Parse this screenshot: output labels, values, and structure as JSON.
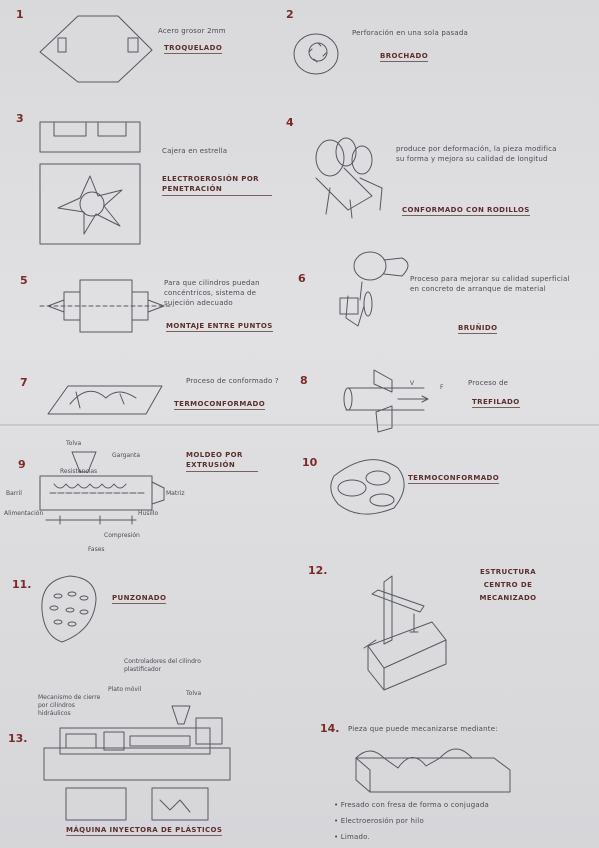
{
  "items": [
    {
      "n": "1",
      "title": "TROQUELADO",
      "note": "Acero grosor 2mm"
    },
    {
      "n": "2",
      "title": "BROCHADO",
      "note": "Perforación en una sola pasada"
    },
    {
      "n": "3",
      "title": "ELECTROEROSIÓN POR PENETRACIÓN",
      "note": "Cajera en estrella"
    },
    {
      "n": "4",
      "title": "CONFORMADO CON RODILLOS",
      "note": "produce por deformación, la pieza modifica su forma y mejora su calidad de longitud"
    },
    {
      "n": "5",
      "title": "MONTAJE ENTRE PUNTOS",
      "note": "Para que cilindros puedan concéntricos, sistema de sujeción adecuado"
    },
    {
      "n": "6",
      "title": "BRUÑIDO",
      "note": "Proceso para mejorar su calidad superficial en concreto de arranque de material"
    },
    {
      "n": "7",
      "title": "TERMOCONFORMADO",
      "note": "Proceso de conformado ?"
    },
    {
      "n": "8",
      "title": "TREFILADO",
      "note": "Proceso de",
      "labels": [
        "V",
        "F"
      ]
    },
    {
      "n": "9",
      "title": "MOLDEO POR EXTRUSIÓN",
      "labels": [
        "Tolva",
        "Garganta",
        "Barril",
        "Resistencias",
        "Matriz",
        "Husillo",
        "Alimentación",
        "Compresión",
        "Fases"
      ]
    },
    {
      "n": "10",
      "title": "TERMOCONFORMADO"
    },
    {
      "n": "11.",
      "title": "PUNZONADO"
    },
    {
      "n": "12.",
      "title": "ESTRUCTURA CENTRO DE MECANIZADO"
    },
    {
      "n": "13.",
      "title": "MÁQUINA INYECTORA DE PLÁSTICOS",
      "labels": [
        "Controladores del cilindro plastificador",
        "Tolva",
        "Plato móvil",
        "Mecanismo de cierre por cilindros hidráulicos"
      ]
    },
    {
      "n": "14.",
      "note": "Pieza que puede mecanizarse mediante:",
      "bullets": [
        "Fresado con fresa de forma o conjugada",
        "Electroerosión por hilo",
        "Limado."
      ]
    }
  ]
}
